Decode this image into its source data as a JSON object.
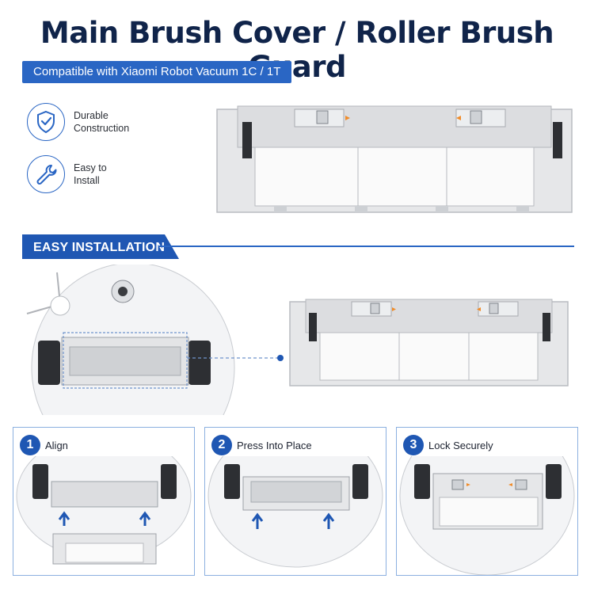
{
  "header": {
    "title": "Main Brush Cover / Roller Brush Guard",
    "compatibility": "Compatible with Xiaomi Robot Vacuum 1C / 1T"
  },
  "features": [
    {
      "icon": "shield-check-icon",
      "line1": "Durable",
      "line2": "Construction"
    },
    {
      "icon": "wrench-icon",
      "line1": "Easy to",
      "line2": "Install"
    }
  ],
  "section": {
    "label": "EASY INSTALLATION"
  },
  "steps": [
    {
      "number": "1",
      "label": "Align"
    },
    {
      "number": "2",
      "label": "Press Into Place"
    },
    {
      "number": "3",
      "label": "Lock Securely"
    }
  ],
  "colors": {
    "accent": "#2a66c4",
    "title": "#10244a",
    "arrow": "#f08c2a",
    "part": "#e3e4e6"
  }
}
